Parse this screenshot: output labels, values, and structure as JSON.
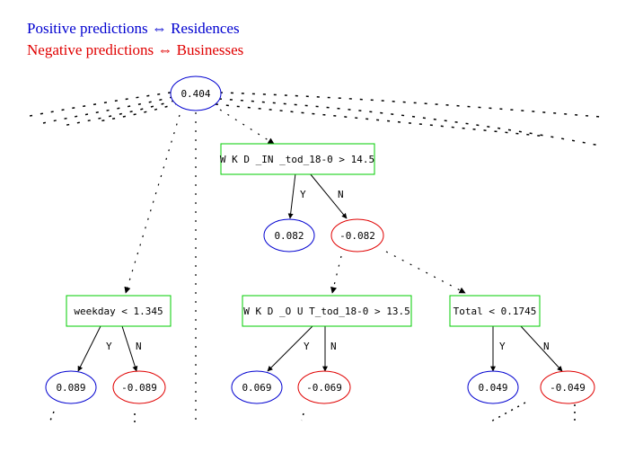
{
  "legend": {
    "positive": {
      "label": "Positive predictions",
      "symbol": "⇔",
      "meaning": "Residences",
      "color": "#0000d0"
    },
    "negative": {
      "label": "Negative predictions",
      "symbol": "⇔",
      "meaning": "Businesses",
      "color": "#e00000"
    }
  },
  "tree": {
    "colors": {
      "split_border": "#00cc00",
      "positive": "#0000d0",
      "negative": "#e00000"
    },
    "root": {
      "value": "0.404"
    },
    "splits": [
      {
        "id": "s1",
        "condition": "W K D _IN _tod_18-0 > 14.5"
      },
      {
        "id": "s2",
        "condition": "weekday < 1.345"
      },
      {
        "id": "s3",
        "condition": "W K D _O U T_tod_18-0 > 13.5"
      },
      {
        "id": "s4",
        "condition": "Total < 0.1745"
      }
    ],
    "leaves": [
      {
        "id": "l1y",
        "value": "0.082",
        "sign": "positive"
      },
      {
        "id": "l1n",
        "value": "-0.082",
        "sign": "negative"
      },
      {
        "id": "l2y",
        "value": "0.089",
        "sign": "positive"
      },
      {
        "id": "l2n",
        "value": "-0.089",
        "sign": "negative"
      },
      {
        "id": "l3y",
        "value": "0.069",
        "sign": "positive"
      },
      {
        "id": "l3n",
        "value": "-0.069",
        "sign": "negative"
      },
      {
        "id": "l4y",
        "value": "0.049",
        "sign": "positive"
      },
      {
        "id": "l4n",
        "value": "-0.049",
        "sign": "negative"
      }
    ],
    "edge_labels": {
      "yes": "Y",
      "no": "N"
    }
  }
}
